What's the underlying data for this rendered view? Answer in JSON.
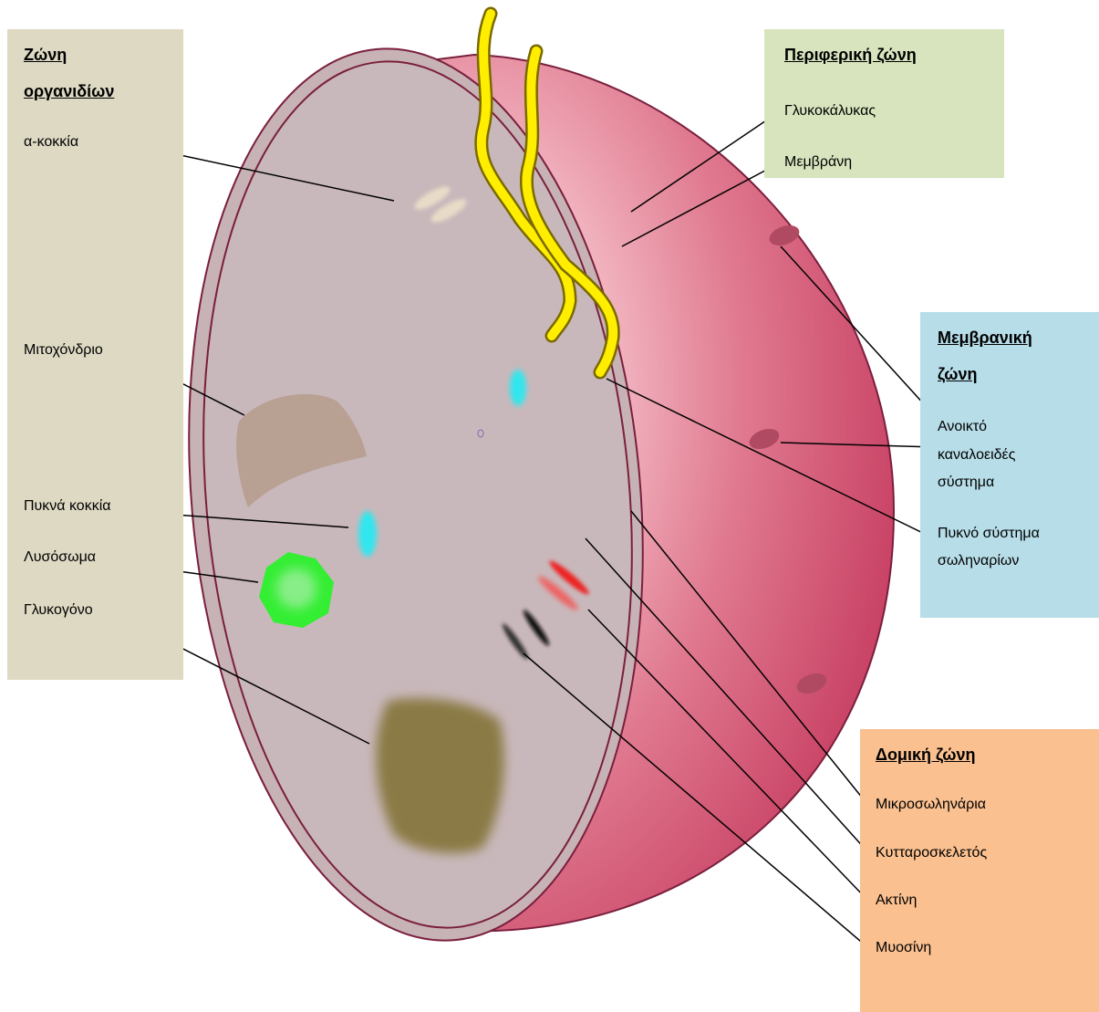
{
  "zones": {
    "organelle": {
      "title_line1": "Ζώνη",
      "title_line2": "οργανιδίων",
      "labels": {
        "alpha_granules": "α-κοκκία",
        "mitochondrion": "Μιτοχόνδριο",
        "dense_granules": "Πυκνά κοκκία",
        "lysosome": "Λυσόσωμα",
        "glycogen": "Γλυκογόνο"
      },
      "color": "#ddd9c3"
    },
    "peripheral": {
      "title": "Περιφερική ζώνη",
      "labels": {
        "glycocalyx": "Γλυκοκάλυκας",
        "membrane": "Μεμβράνη"
      },
      "color": "#d7e4bd"
    },
    "membrane": {
      "title_line1": "Μεμβρανική",
      "title_line2": "ζώνη",
      "labels": {
        "open_canalicular_l1": "Ανοικτό",
        "open_canalicular_l2": "καναλοειδές",
        "open_canalicular_l3": "σύστημα",
        "dense_tubular_l1": "Πυκνό σύστημα",
        "dense_tubular_l2": "σωληναρίων"
      },
      "color": "#b7dde8"
    },
    "structural": {
      "title": "Δομική ζώνη",
      "labels": {
        "microtubules": "Μικροσωληνάρια",
        "cytoskeleton": "Κυτταροσκελετός",
        "actin": "Ακτίνη",
        "myosin": "Μυοσίνη"
      },
      "color": "#fac090"
    }
  },
  "colors": {
    "outer_shell": "#cc4466",
    "cut_face": "#c9b6b9",
    "cell_outline": "#7a1f3d",
    "pseudopod": "#ffee00",
    "lysosome": "#33ee33",
    "dense_granule": "#33e6ee",
    "glycogen": "#8a7a44",
    "mitochondrion": "#b49a88",
    "actin": "#ee2222",
    "myosin": "#111111"
  }
}
